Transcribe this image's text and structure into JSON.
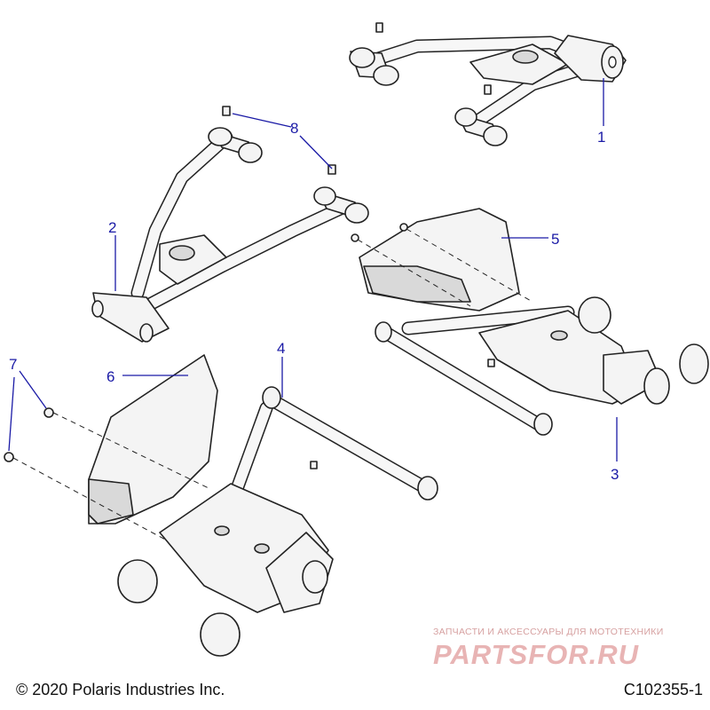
{
  "callouts": [
    {
      "id": "1",
      "label": "1"
    },
    {
      "id": "2",
      "label": "2"
    },
    {
      "id": "3",
      "label": "3"
    },
    {
      "id": "4",
      "label": "4"
    },
    {
      "id": "5",
      "label": "5"
    },
    {
      "id": "6",
      "label": "6"
    },
    {
      "id": "7",
      "label": "7"
    },
    {
      "id": "8",
      "label": "8"
    }
  ],
  "footer": {
    "copyright": "© 2020 Polaris Industries Inc.",
    "drawing_id": "C102355-1"
  },
  "watermark": {
    "subtitle": "ЗАПЧАСТИ И АКСЕССУАРЫ ДЛЯ МОТОТЕХНИКИ",
    "logo": "PARTSFOR.RU"
  },
  "colors": {
    "callout": "#1a1aa6",
    "line": "#222222",
    "part_fill": "#f4f4f4",
    "watermark": "#e8b4b4"
  }
}
